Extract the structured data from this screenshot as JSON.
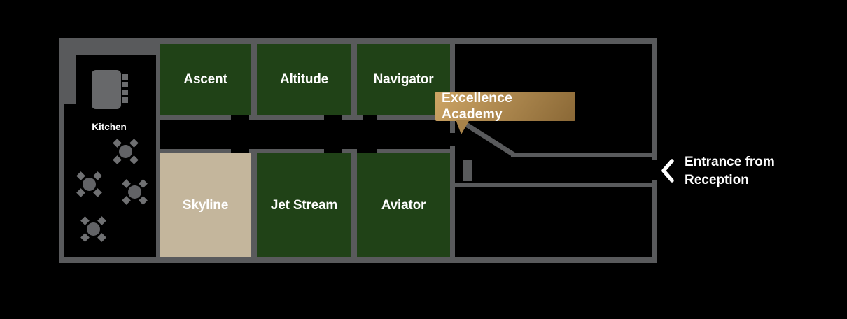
{
  "colors": {
    "background": "#000000",
    "wall": "#595a5c",
    "room_green": "#204217",
    "room_tan": "#c4b69c",
    "furniture": "#67686a",
    "appliance": "#6b6c6e",
    "table": "#626366",
    "chair": "#6f7072",
    "tooltip_light": "#cda565",
    "tooltip_dark": "#8a6836",
    "tooltip_pointer": "#a8834a",
    "text": "#ffffff"
  },
  "rooms": [
    {
      "name": "Ascent",
      "fill": "room_green"
    },
    {
      "name": "Altitude",
      "fill": "room_green"
    },
    {
      "name": "Navigator",
      "fill": "room_green"
    },
    {
      "name": "Skyline",
      "fill": "room_tan"
    },
    {
      "name": "Jet Stream",
      "fill": "room_green"
    },
    {
      "name": "Aviator",
      "fill": "room_green"
    }
  ],
  "kitchen": {
    "label": "Kitchen",
    "table_count": 4
  },
  "tooltip": {
    "label": "Excellence Academy"
  },
  "entrance": {
    "line1": "Entrance from",
    "line2": "Reception",
    "icon": "chevron-left-icon"
  }
}
